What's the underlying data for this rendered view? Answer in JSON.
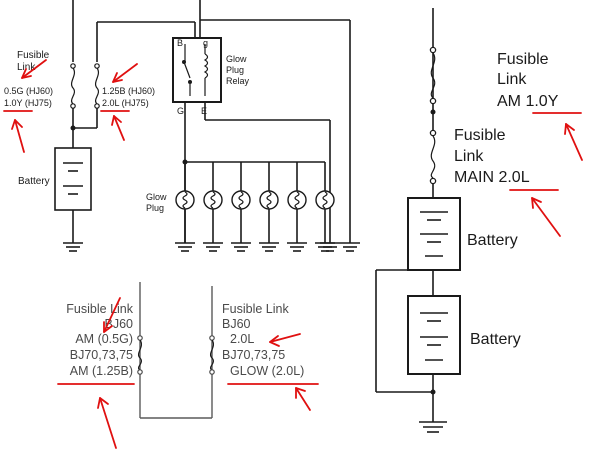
{
  "panel_top_left": {
    "fusible_link_title": [
      "Fusible",
      "Link"
    ],
    "am_rating_hj60": "0.5G (HJ60)",
    "am_rating_hj75": "1.0Y (HJ75)",
    "glow_rating_hj60": "1.25B (HJ60)",
    "glow_rating_hj75": "2.0L (HJ75)",
    "battery_label": "Battery",
    "relay_terminal_b": "B",
    "relay_terminal_g_top": "g",
    "relay_terminal_g_bottom": "G",
    "relay_terminal_e": "E",
    "relay_label": [
      "Glow",
      "Plug",
      "Relay"
    ],
    "glow_plug_label": [
      "Glow",
      "Plug"
    ]
  },
  "panel_bottom_left": {
    "left_block": [
      "Fusible Link",
      "BJ60",
      "AM (0.5G)",
      "BJ70,73,75",
      "AM (1.25B)"
    ],
    "right_block": [
      "Fusible Link",
      "BJ60",
      "2.0L",
      "BJ70,73,75",
      "GLOW (2.0L)"
    ]
  },
  "panel_right": {
    "am_link": [
      "Fusible",
      "Link",
      "AM 1.0Y"
    ],
    "main_link": [
      "Fusible",
      "Link",
      "MAIN 2.0L"
    ],
    "battery_upper": "Battery",
    "battery_lower": "Battery"
  },
  "colors": {
    "ink": "#1a1a1a",
    "annotation": "#e01010",
    "faded_ink": "#4a4a4a"
  }
}
